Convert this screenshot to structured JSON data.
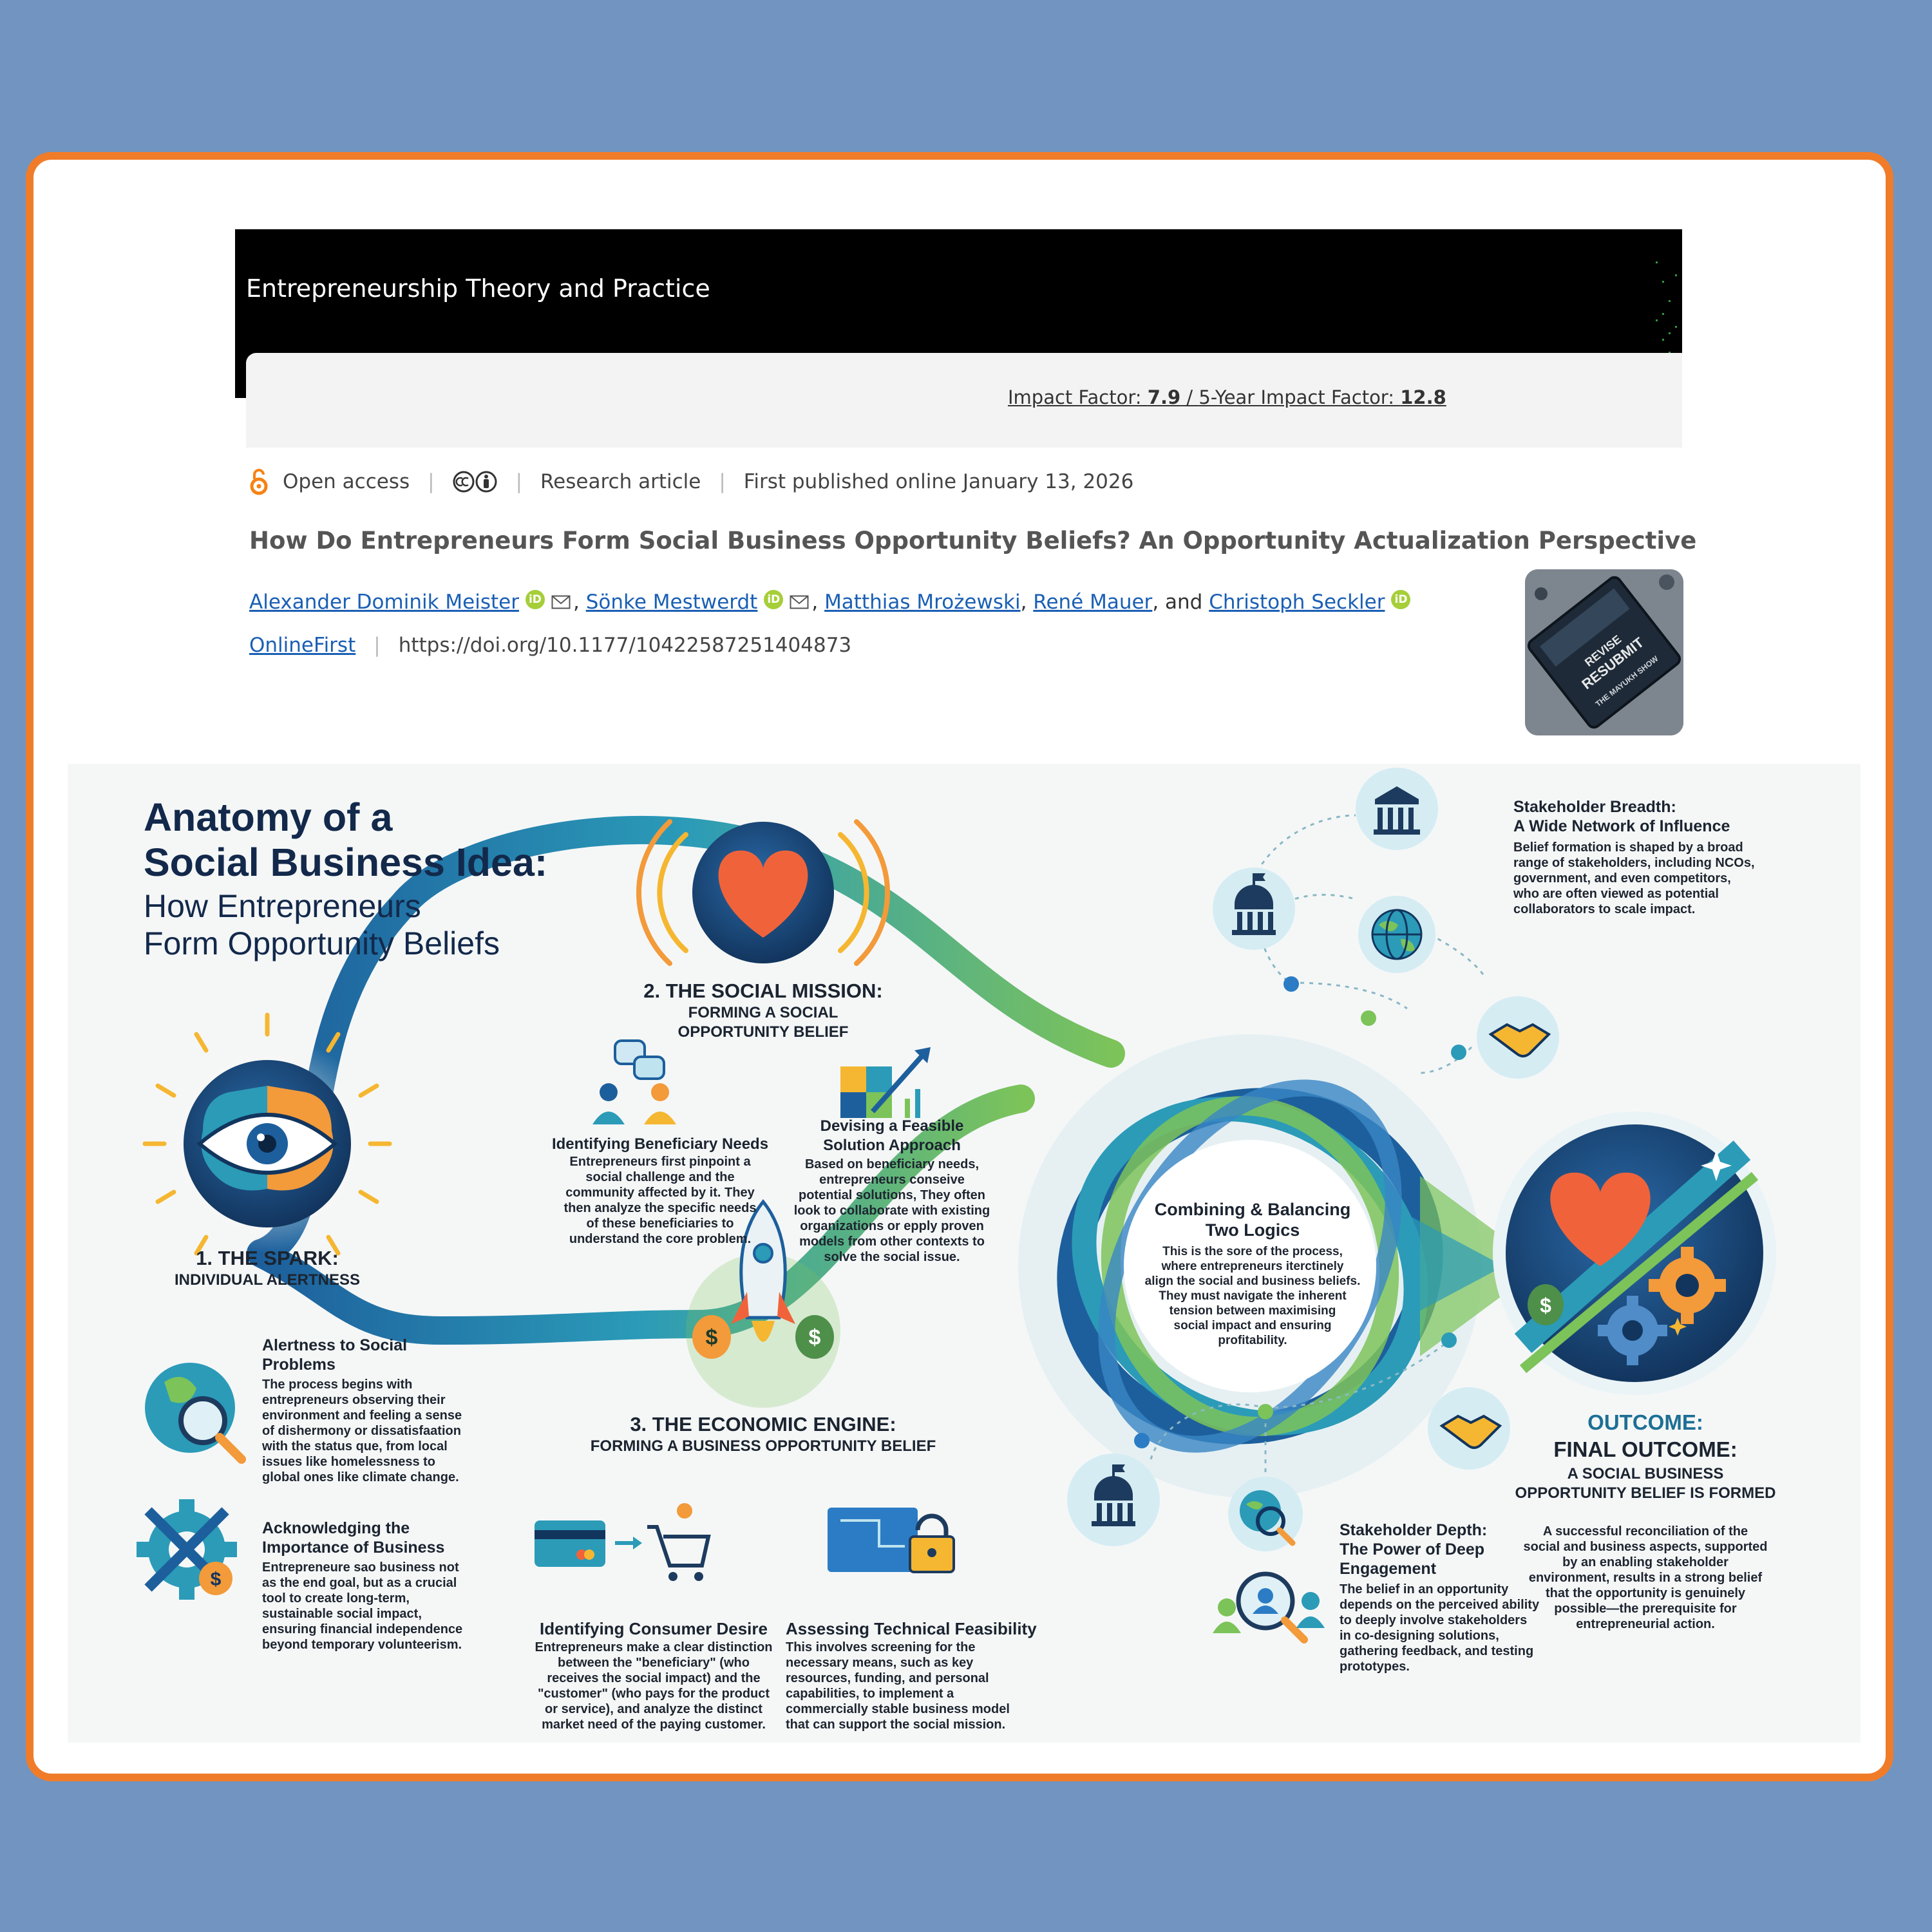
{
  "journal": {
    "name": "Entrepreneurship Theory and Practice",
    "impact_label": "Impact Factor:",
    "impact_value": "7.9",
    "slash": " / ",
    "five_year_label": "5-Year Impact Factor:",
    "five_year_value": "12.8"
  },
  "meta": {
    "open_access": "Open access",
    "type": "Research article",
    "published": "First published online January 13, 2026"
  },
  "article": {
    "title": "How Do Entrepreneurs Form Social Business Opportunity Beliefs? An Opportunity Actualization Perspective",
    "authors": [
      "Alexander Dominik Meister",
      "Sönke Mestwerdt",
      "Matthias Mrożewski",
      "René Mauer",
      "Christoph Seckler"
    ],
    "comma": ",",
    "and": ", and",
    "online_first": "OnlineFirst",
    "doi": "https://doi.org/10.1177/10422587251404873"
  },
  "thumbnail": {
    "line1": "REVISE",
    "line2": "RESUBMIT",
    "line3": "THE MAYUKH SHOW"
  },
  "infographic": {
    "title1": "Anatomy of a",
    "title2": "Social Business Idea:",
    "title3": "How Entrepreneurs",
    "title4": "Form Opportunity Beliefs",
    "spark": {
      "heading": "1. THE SPARK:",
      "sub": "INDIVIDUAL ALERTNESS",
      "alert_title1": "Alertness to Social",
      "alert_title2": "Problems",
      "alert_body": [
        "The process begins with",
        "entrepreneurs observing their",
        "environment and feeling a sense",
        "of dishermony or dissatisfaation",
        "with the status que, from local",
        "issues like homelessness to",
        "global ones like climate change."
      ],
      "ack_title1": "Acknowledging the",
      "ack_title2": "Importance of Business",
      "ack_body": [
        "Entrepreneure sao business not",
        "as the end goal, but as a crucial",
        "tool to create long-term,",
        "sustainable social impact,",
        "ensuring financial independence",
        "beyond temporary volunteerism."
      ]
    },
    "social": {
      "heading": "2. THE SOCIAL MISSION:",
      "sub1": "FORMING A SOCIAL",
      "sub2": "OPPORTUNITY BELIEF",
      "needs_title": "Identifying Beneficiary Needs",
      "needs_body": [
        "Entrepreneurs first pinpoint a",
        "social challenge and the",
        "community affected by it. They",
        "then analyze the specific needs",
        "of these beneficiaries to",
        "understand the core problem."
      ],
      "solution_title1": "Devising a Feasible",
      "solution_title2": "Solution Approach",
      "solution_body": [
        "Based on beneficiary needs,",
        "entrepreneurs conseive",
        "potential solutions, They often",
        "look to collaborate with existing",
        "organizations or epply proven",
        "models from other contexts to",
        "solve the social issue."
      ]
    },
    "economic": {
      "heading": "3. THE ECONOMIC ENGINE:",
      "sub": "FORMING A BUSINESS OPPORTUNITY BELIEF",
      "consumer_title": "Identifying Consumer Desire",
      "consumer_body": [
        "Entrepreneurs make a clear distinction",
        "between the \"beneficiary\" (who",
        "receives the social impact) and the",
        "\"customer\" (who pays for the product",
        "or service), and analyze the distinct",
        "market need of the paying customer."
      ],
      "tech_title": "Assessing Technical Feasibility",
      "tech_body": [
        "This involves screening for the",
        "necessary means, such as key",
        "resources, funding, and personal",
        "capabilities, to implement a",
        "commercially stable business model",
        "that can support the social mission."
      ]
    },
    "combining": {
      "title1": "Combining & Balancing",
      "title2": "Two Logics",
      "body": [
        "This is the sore of the process,",
        "where entrepreneurs iterctinely",
        "align the social and business beliefs.",
        "They must navigate the inherent",
        "tension between maximising",
        "social impact and ensuring",
        "profitability."
      ]
    },
    "breadth": {
      "title1": "Stakeholder Breadth:",
      "title2": "A Wide Network of Influence",
      "body": [
        "Belief formation is shaped by a broad",
        "range of stakeholders, including NCOs,",
        "government, and even competitors,",
        "who are often viewed as potential",
        "collaborators to scale impact."
      ]
    },
    "depth": {
      "title1": "Stakeholder Depth:",
      "title2": "The Power of Deep",
      "title3": "Engagement",
      "body": [
        "The belief in an opportunity",
        "depends on the perceived ability",
        "to deeply involve stakeholders",
        "in co-designing solutions,",
        "gathering feedback, and testing",
        "prototypes."
      ]
    },
    "outcome": {
      "label": "OUTCOME:",
      "heading": "FINAL OUTCOME:",
      "sub1": "A SOCIAL BUSINESS",
      "sub2": "OPPORTUNITY BELIEF IS FORMED",
      "body": [
        "A successful reconciliation of the",
        "social and business aspects, supported",
        "by an enabling stakeholder",
        "environment, results in a strong belief",
        "that the opportunity is genuinely",
        "possible—the prerequisite for",
        "entrepreneurial action."
      ]
    }
  },
  "colors": {
    "frame": "#f07c2a",
    "background": "#7194c1",
    "navy": "#13294b",
    "teal": "#2b9bb8",
    "green": "#7cc35a",
    "orange": "#f07c2a"
  }
}
